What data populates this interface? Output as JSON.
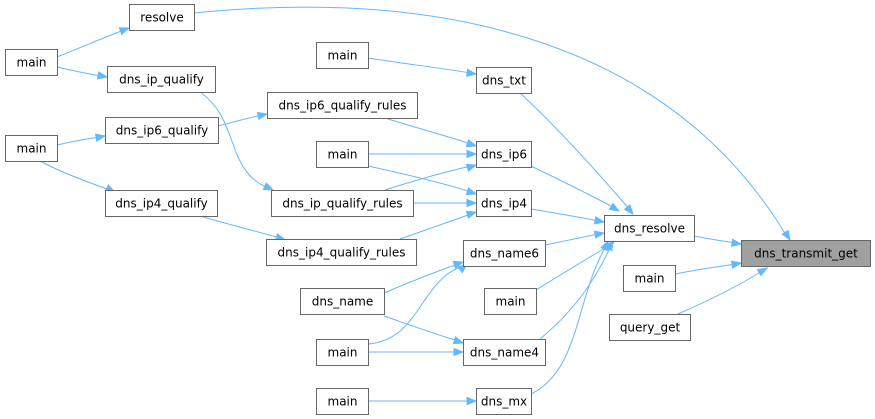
{
  "graph": {
    "nodes": [
      {
        "id": "dns_transmit_get",
        "label": "dns_transmit_get",
        "root": true
      },
      {
        "id": "resolve",
        "label": "resolve"
      },
      {
        "id": "main_a",
        "label": "main"
      },
      {
        "id": "dns_ip_qualify",
        "label": "dns_ip_qualify"
      },
      {
        "id": "main_b",
        "label": "main"
      },
      {
        "id": "dns_ip6_qualify",
        "label": "dns_ip6_qualify"
      },
      {
        "id": "dns_ip4_qualify",
        "label": "dns_ip4_qualify"
      },
      {
        "id": "main_c",
        "label": "main"
      },
      {
        "id": "dns_txt",
        "label": "dns_txt"
      },
      {
        "id": "dns_ip6_qualify_rules",
        "label": "dns_ip6_qualify_rules"
      },
      {
        "id": "main_d",
        "label": "main"
      },
      {
        "id": "dns_ip6",
        "label": "dns_ip6"
      },
      {
        "id": "dns_ip_qualify_rules",
        "label": "dns_ip_qualify_rules"
      },
      {
        "id": "dns_ip4",
        "label": "dns_ip4"
      },
      {
        "id": "dns_ip4_qualify_rules",
        "label": "dns_ip4_qualify_rules"
      },
      {
        "id": "dns_name6",
        "label": "dns_name6"
      },
      {
        "id": "dns_resolve",
        "label": "dns_resolve"
      },
      {
        "id": "dns_name",
        "label": "dns_name"
      },
      {
        "id": "main_e",
        "label": "main"
      },
      {
        "id": "main_f",
        "label": "main"
      },
      {
        "id": "dns_name4",
        "label": "dns_name4"
      },
      {
        "id": "main_g",
        "label": "main"
      },
      {
        "id": "dns_mx",
        "label": "dns_mx"
      },
      {
        "id": "main_h",
        "label": "main"
      },
      {
        "id": "query_get",
        "label": "query_get"
      }
    ],
    "edges": [
      {
        "from": "resolve",
        "to": "dns_transmit_get"
      },
      {
        "from": "main_a",
        "to": "resolve"
      },
      {
        "from": "main_a",
        "to": "dns_ip_qualify"
      },
      {
        "from": "dns_ip_qualify",
        "to": "dns_ip_qualify_rules"
      },
      {
        "from": "main_b",
        "to": "dns_ip6_qualify"
      },
      {
        "from": "main_b",
        "to": "dns_ip4_qualify"
      },
      {
        "from": "dns_ip6_qualify",
        "to": "dns_ip6_qualify_rules"
      },
      {
        "from": "dns_ip4_qualify",
        "to": "dns_ip4_qualify_rules"
      },
      {
        "from": "main_c",
        "to": "dns_txt"
      },
      {
        "from": "dns_ip6_qualify_rules",
        "to": "dns_ip6"
      },
      {
        "from": "main_d",
        "to": "dns_ip6"
      },
      {
        "from": "main_d",
        "to": "dns_ip4"
      },
      {
        "from": "dns_ip_qualify_rules",
        "to": "dns_ip6"
      },
      {
        "from": "dns_ip_qualify_rules",
        "to": "dns_ip4"
      },
      {
        "from": "dns_ip4_qualify_rules",
        "to": "dns_ip4"
      },
      {
        "from": "dns_txt",
        "to": "dns_resolve"
      },
      {
        "from": "dns_ip6",
        "to": "dns_resolve"
      },
      {
        "from": "dns_ip4",
        "to": "dns_resolve"
      },
      {
        "from": "dns_name6",
        "to": "dns_resolve"
      },
      {
        "from": "main_f",
        "to": "dns_resolve"
      },
      {
        "from": "dns_name4",
        "to": "dns_resolve"
      },
      {
        "from": "dns_mx",
        "to": "dns_resolve"
      },
      {
        "from": "dns_name",
        "to": "dns_name6"
      },
      {
        "from": "dns_name",
        "to": "dns_name4"
      },
      {
        "from": "main_e",
        "to": "dns_name6"
      },
      {
        "from": "main_e",
        "to": "dns_name4"
      },
      {
        "from": "main_g",
        "to": "dns_mx"
      },
      {
        "from": "dns_resolve",
        "to": "dns_transmit_get"
      },
      {
        "from": "main_h",
        "to": "dns_transmit_get"
      },
      {
        "from": "query_get",
        "to": "dns_transmit_get"
      }
    ]
  }
}
